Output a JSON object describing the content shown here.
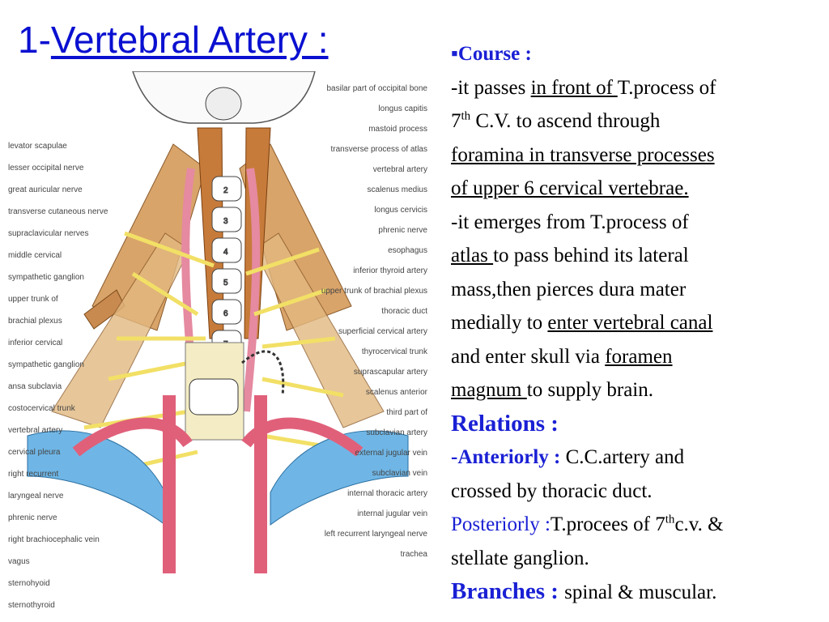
{
  "title": {
    "prefix": "1-",
    "main": "Vertebral Artery :"
  },
  "course": {
    "heading": "Course  :",
    "l1a": "-it passes ",
    "l1b": "in front of ",
    "l1c": " T.process of",
    "l2a": "7",
    "l2sup": "th",
    "l2b": " C.V. to ascend through",
    "l3": "foramina in transverse processes",
    "l4": "of  upper  6 cervical  vertebrae.",
    "l5": "-it emerges from T.process of",
    "l6a": "atlas ",
    "l6b": "to pass behind its lateral",
    "l7": "mass,then pierces dura mater",
    "l8a": "medially to ",
    "l8b": "enter vertebral canal",
    "l9a": "and enter skull via ",
    "l9b": "foramen",
    "l10a": "magnum ",
    "l10b": "to supply brain."
  },
  "relations": {
    "heading": "Relations :",
    "ant_label": "-Anteriorly : ",
    "ant_text1": "C.C.artery and",
    "ant_text2": "crossed by thoracic duct.",
    "post_label": "Posteriorly :",
    "post_text1a": "T.procees of  7",
    "post_sup": "th",
    "post_text1b": "c.v. &",
    "post_text2": "stellate ganglion."
  },
  "branches": {
    "label": "Branches : ",
    "text": "spinal & muscular."
  },
  "figure": {
    "labels_left": [
      "levator scapulae",
      "lesser occipital nerve",
      "great auricular nerve",
      "transverse cutaneous nerve",
      "supraclavicular nerves",
      "middle cervical",
      "sympathetic ganglion",
      "upper trunk of",
      "brachial plexus",
      "inferior cervical",
      "sympathetic ganglion",
      "ansa subclavia",
      "costocervical trunk",
      "vertebral artery",
      "cervical pleura",
      "right recurrent",
      "laryngeal nerve",
      "phrenic nerve",
      "right brachiocephalic vein",
      "vagus",
      "sternohyoid",
      "sternothyroid"
    ],
    "labels_right": [
      "basilar part of occipital bone",
      "longus capitis",
      "mastoid process",
      "transverse process of atlas",
      "vertebral artery",
      "scalenus medius",
      "longus cervicis",
      "phrenic nerve",
      "esophagus",
      "inferior thyroid artery",
      "upper trunk of brachial plexus",
      "thoracic duct",
      "superficial cervical artery",
      "thyrocervical trunk",
      "suprascapular artery",
      "scalenus anterior",
      "third part of",
      "subclavian artery",
      "external jugular vein",
      "subclavian vein",
      "internal thoracic artery",
      "internal jugular vein",
      "left recurrent laryngeal nerve",
      "trachea"
    ],
    "vertebra_numbers": [
      "2",
      "3",
      "4",
      "5",
      "6",
      "7"
    ]
  }
}
